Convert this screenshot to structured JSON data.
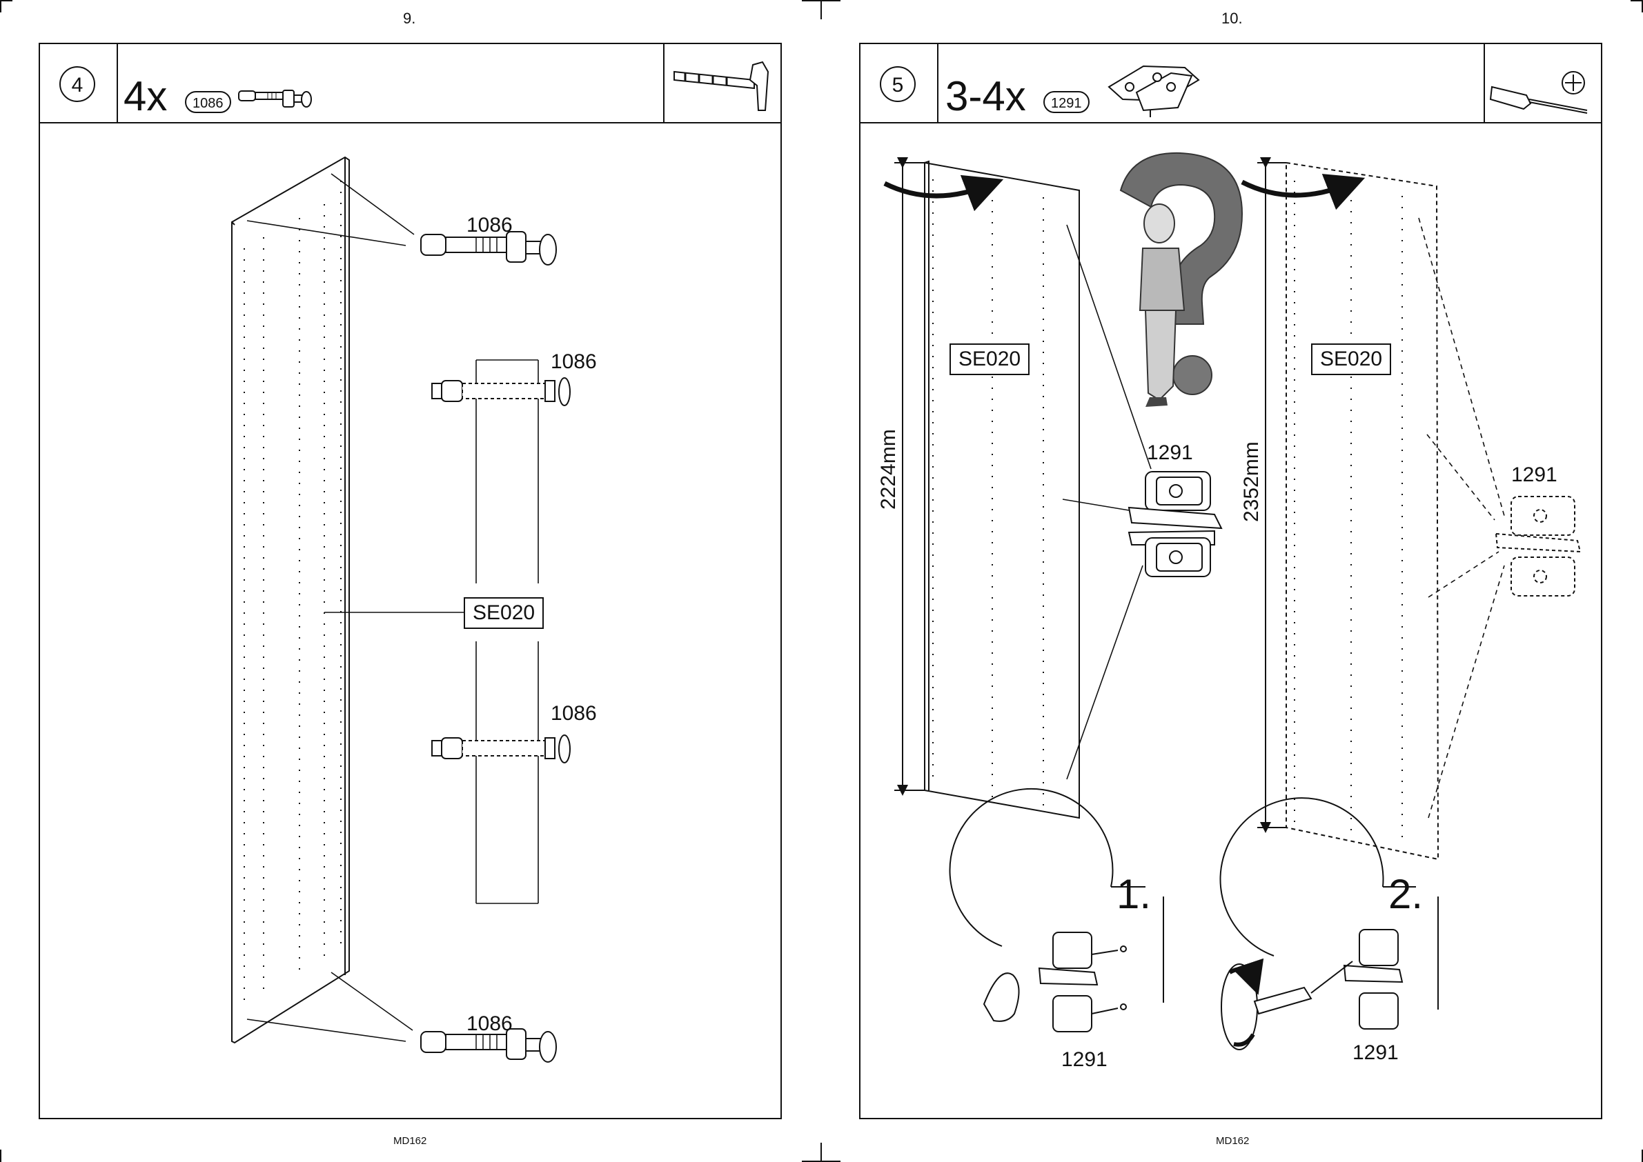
{
  "pages": [
    {
      "page_number": "9.",
      "step": "4",
      "quantity": "4x",
      "part_code": "1086",
      "tool": "hammer-icon",
      "callouts": [
        "1086",
        "1086",
        "1086",
        "1086"
      ],
      "panel_label": "SE020",
      "footer": "MD162"
    },
    {
      "page_number": "10.",
      "step": "5",
      "quantity": "3-4x",
      "part_code": "1291",
      "tool": "screwdriver-icon",
      "panel_label_a": "SE020",
      "panel_label_b": "SE020",
      "dim_a": "2224mm",
      "dim_b": "2352mm",
      "callout_a": "1291",
      "callout_b": "1291",
      "substep_1": "1.",
      "substep_2": "2.",
      "detail_label_1": "1291",
      "detail_label_2": "1291",
      "footer": "MD162"
    }
  ]
}
